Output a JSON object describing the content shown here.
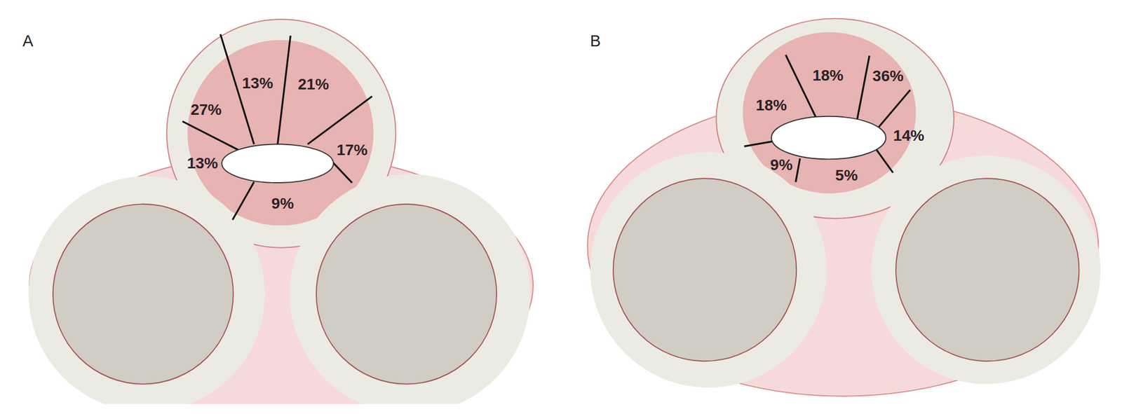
{
  "diagram": {
    "labels": [
      "A",
      "27%",
      "13%",
      "21%",
      "17%",
      "13%",
      "9%",
      "B",
      "18%",
      "18%",
      "36%",
      "14%",
      "9%",
      "5%"
    ]
  }
}
